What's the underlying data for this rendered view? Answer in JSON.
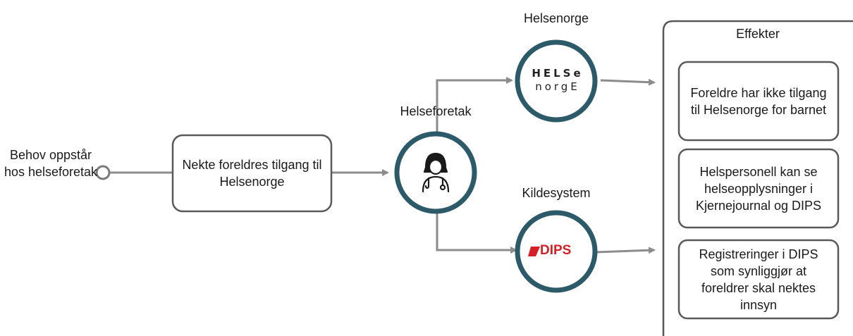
{
  "start_event": {
    "label": "Behov oppstår hos helseforetak"
  },
  "task": {
    "label": "Nekte foreldres tilgang til Helsenorge"
  },
  "actors": {
    "helseforetak": {
      "label": "Helseforetak",
      "icon": "doctor-icon"
    },
    "helsenorge": {
      "label": "Helsenorge",
      "logo_line1": "HELSe",
      "logo_line2": "norgE"
    },
    "kildesystem": {
      "label": "Kildesystem",
      "logo_text": "DIPS"
    }
  },
  "effects": {
    "title": "Effekter",
    "items": [
      "Foreldre har ikke tilgang til Helsenorge for barnet",
      "Helspersonell kan se helseopplysninger i Kjernejournal og DIPS",
      "Registreringer i DIPS som synliggjør at foreldrer skal nektes innsyn"
    ]
  },
  "colors": {
    "arrow": "#8c8c8c",
    "circle_border": "#2d5a69",
    "box_border": "#595959",
    "dips_red": "#d61f26"
  }
}
